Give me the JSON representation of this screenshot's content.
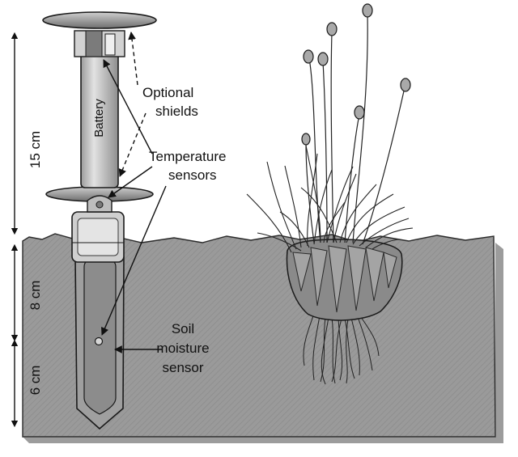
{
  "dimensions": {
    "above_ground": "15 cm",
    "upper_below": "8 cm",
    "lower_below": "6 cm"
  },
  "device": {
    "battery_label": "Battery"
  },
  "annotations": {
    "shields_line1": "Optional",
    "shields_line2": "shields",
    "temp_line1": "Temperature",
    "temp_line2": "sensors",
    "soil_line1": "Soil",
    "soil_line2": "moisture",
    "soil_line3": "sensor"
  },
  "colors": {
    "soil_fill": "#9a9a9a",
    "device_body": "#c8c8c8",
    "outline": "#1a1a1a"
  }
}
